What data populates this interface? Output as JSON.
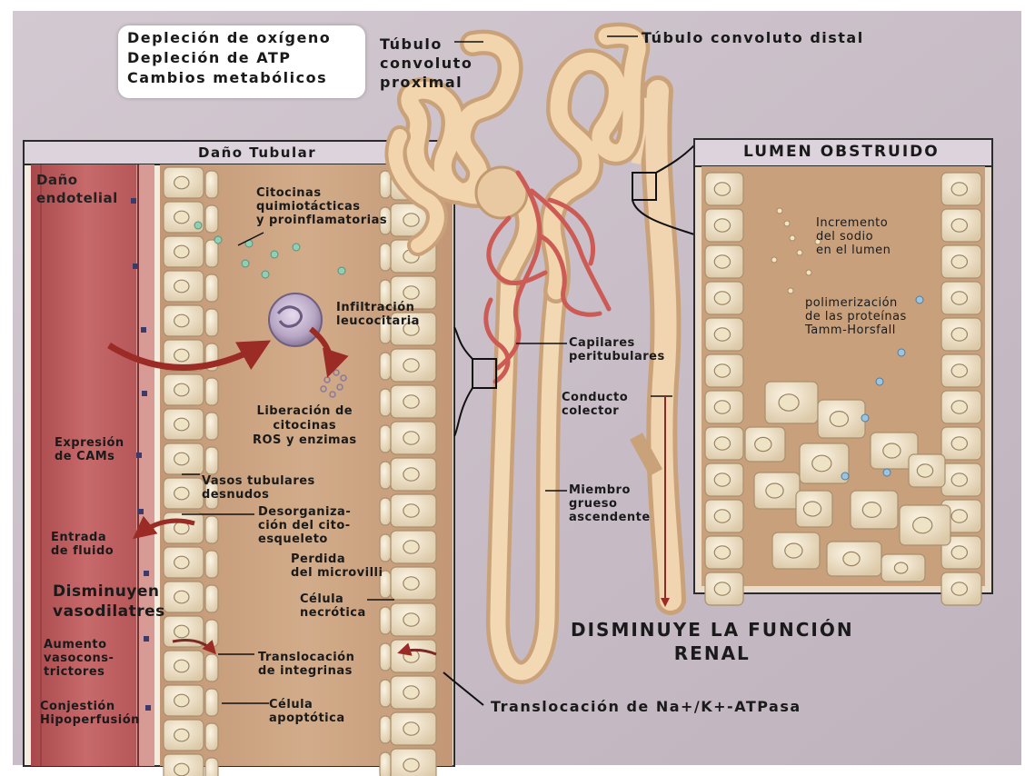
{
  "info_box": {
    "lines": [
      "Depleción de oxígeno",
      "Depleción de ATP",
      "Cambios metabólicos"
    ]
  },
  "labels": {
    "tubulo_proximal": "Túbulo\nconvoluto\nproximal",
    "tubulo_distal": "Túbulo convoluto distal",
    "dano_tubular": "Daño Tubular",
    "lumen_obstruido": "LUMEN OBSTRUIDO",
    "dano_endotelial": "Daño\nendotelial",
    "citocinas": "Citocinas\nquimiotácticas\ny proinflamatorias",
    "infiltracion": "Infiltración\nleucocitaria",
    "liberacion": "Liberación de\ncitocinas\nROS y enzimas",
    "expresion_cams": "Expresión\nde CAMs",
    "vasos_tubulares": "Vasos tubulares\ndesnudos",
    "desorganizacion": "Desorganiza-\nción del cito-\nesqueleto",
    "entrada_fluido": "Entrada\nde fluido",
    "perdida_microvilli": "Perdida\ndel microvilli",
    "disminuyen": "Disminuyen\nvasodilatres",
    "celula_necrotica": "Célula\nnecrótica",
    "aumento_vaso": "Aumento\nvasocons-\ntrictores",
    "translocacion_integrinas": "Translocación\nde integrinas",
    "conjestion": "Conjestión\nHipoperfusión",
    "celula_apoptotica": "Célula\napoptótica",
    "capilares": "Capilares\nperitubulares",
    "conducto": "Conducto\ncolector",
    "miembro": "Miembro\ngrueso\nascendente",
    "incremento_sodio": "Incremento\ndel sodio\nen el lumen",
    "polimerizacion": "polimerización\nde las proteínas\nTamm-Horsfall",
    "disminuye_funcion": "DISMINUYE LA FUNCIÓN\nRENAL",
    "translocacion_na": "Translocación de Na+/K+-ATPasa"
  },
  "colors": {
    "background": "#c9bfc8",
    "vessel_red": "#b8585a",
    "tubule_tan": "#e8c69a",
    "tissue_brown": "#c9a07c",
    "cell_cream": "#f1e6cf",
    "capillary_red": "#cc5a55",
    "panel_header": "#dcd3dc",
    "arrow_red": "#9a2b25"
  }
}
